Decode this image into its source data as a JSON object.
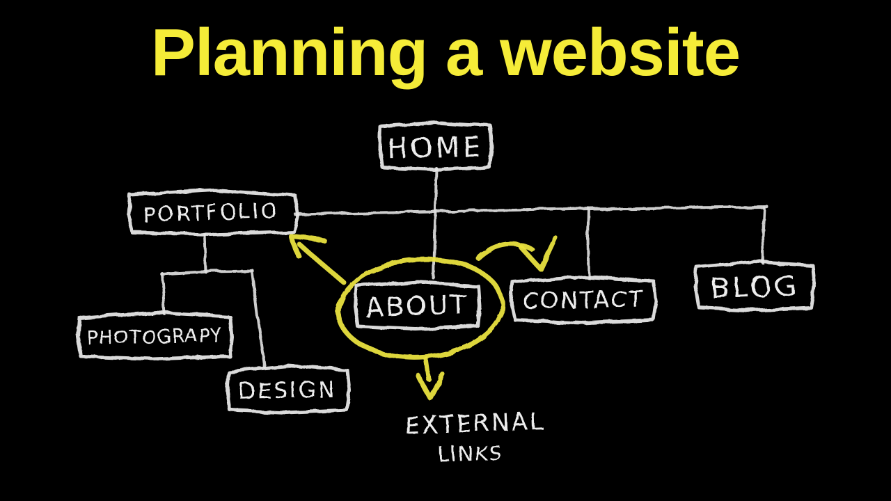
{
  "title": {
    "text": "Planning a website",
    "color": "#f5ec38"
  },
  "diagram": {
    "background_color": "#000000",
    "chalk_white": "#e6e6e6",
    "chalk_yellow": "#e9e23e",
    "nodes": {
      "home": {
        "label": "HOME"
      },
      "portfolio": {
        "label": "PORTFOLIO"
      },
      "about": {
        "label": "ABOUT"
      },
      "contact": {
        "label": "CONTACT"
      },
      "blog": {
        "label": "BLOG"
      },
      "photography": {
        "label": "PHOTOGRAPY"
      },
      "design": {
        "label": "DESIGN"
      }
    },
    "external_links": {
      "line1": "EXTERNAL",
      "line2": "LINKS"
    },
    "edges": [
      {
        "from": "HOME",
        "to": "PORTFOLIO"
      },
      {
        "from": "HOME",
        "to": "ABOUT"
      },
      {
        "from": "HOME",
        "to": "CONTACT"
      },
      {
        "from": "HOME",
        "to": "BLOG"
      },
      {
        "from": "PORTFOLIO",
        "to": "PHOTOGRAPY"
      },
      {
        "from": "PORTFOLIO",
        "to": "DESIGN"
      }
    ],
    "annotations": {
      "circled_node": "ABOUT",
      "arrows": [
        {
          "from": "ABOUT",
          "to": "PORTFOLIO"
        },
        {
          "from": "ABOUT",
          "to": "CONTACT"
        },
        {
          "from": "ABOUT",
          "to": "EXTERNAL LINKS"
        }
      ]
    }
  }
}
